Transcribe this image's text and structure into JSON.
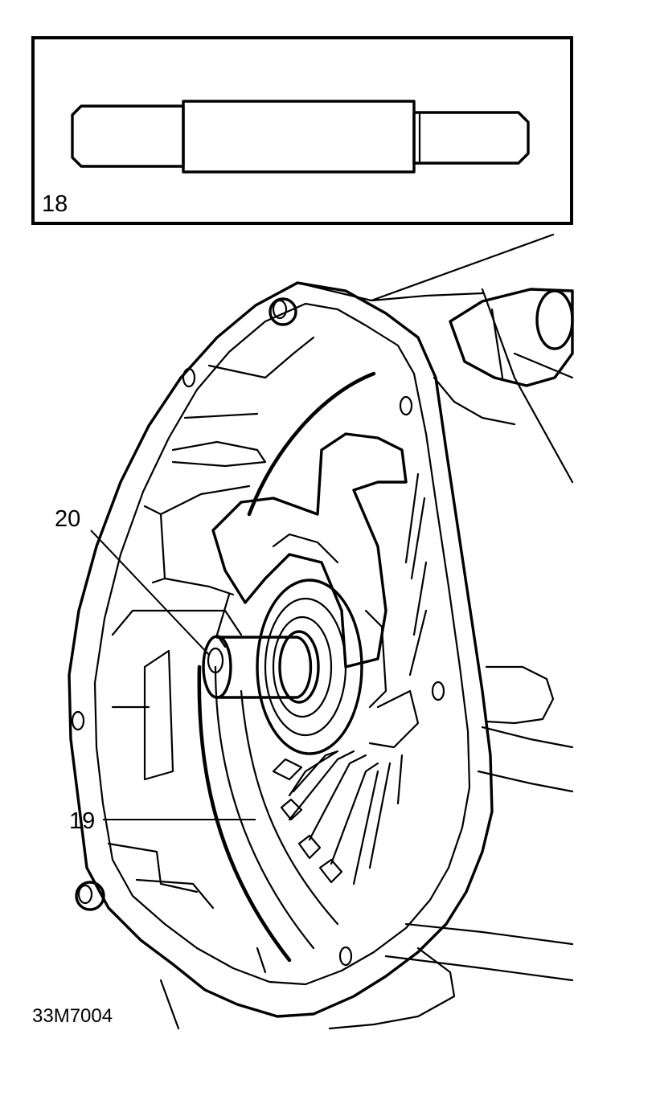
{
  "figure_id": "33M7004",
  "inset": {
    "callout": "18"
  },
  "callouts": {
    "c19": "19",
    "c20": "20"
  },
  "colors": {
    "ink": "#000000",
    "paper": "#ffffff"
  }
}
